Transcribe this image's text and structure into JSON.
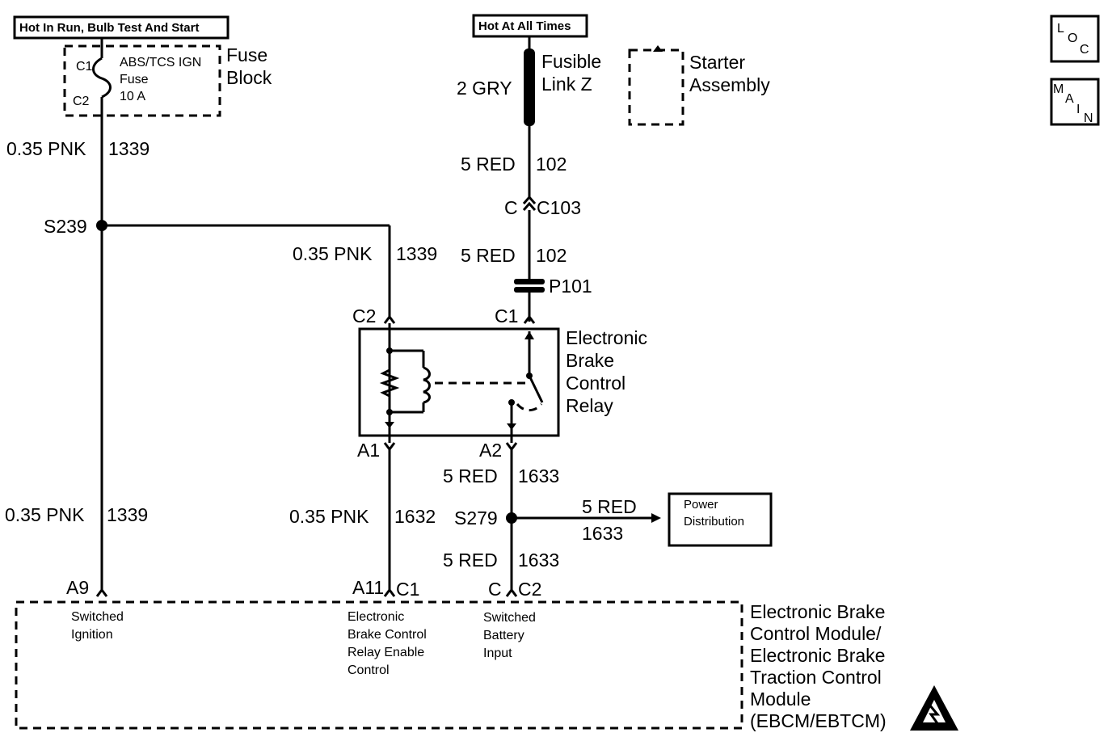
{
  "power": {
    "ign_banner": "Hot In Run, Bulb Test And Start",
    "batt_banner": "Hot At All Times"
  },
  "fuse": {
    "c1": "C1",
    "c2": "C2",
    "name": "ABS/TCS IGN",
    "sub": "Fuse",
    "rating": "10 A",
    "block_line1": "Fuse",
    "block_line2": "Block"
  },
  "fusible_link": {
    "gauge": "2 GRY",
    "line1": "Fusible",
    "line2": "Link Z"
  },
  "starter": {
    "line1": "Starter",
    "line2": "Assembly"
  },
  "wires": {
    "w1339_top_gauge": "0.35 PNK",
    "w1339_top_circuit": "1339",
    "splice_s239": "S239",
    "w1339_mid_gauge": "0.35 PNK",
    "w1339_mid_circuit": "1339",
    "w1339_bot_gauge": "0.35 PNK",
    "w1339_bot_circuit": "1339",
    "w102_top_gauge": "5 RED",
    "w102_top_circuit": "102",
    "c103_pin": "C",
    "c103": "C103",
    "w102_bot_gauge": "5 RED",
    "w102_bot_circuit": "102",
    "p101": "P101",
    "w1632_gauge": "0.35 PNK",
    "w1632_circuit": "1632",
    "w1633_a_gauge": "5 RED",
    "w1633_a_circuit": "1633",
    "splice_s279": "S279",
    "w1633_b_gauge": "5 RED",
    "w1633_b_circuit": "1633",
    "w1633_c_gauge": "5 RED",
    "w1633_c_circuit": "1633"
  },
  "relay": {
    "c2": "C2",
    "c1": "C1",
    "a1": "A1",
    "a2": "A2",
    "name_l1": "Electronic",
    "name_l2": "Brake",
    "name_l3": "Control",
    "name_l4": "Relay"
  },
  "power_dist": {
    "line1": "Power",
    "line2": "Distribution"
  },
  "module": {
    "pin_a9": "A9",
    "pin_a11": "A11",
    "conn_c1": "C1",
    "pin_c": "C",
    "conn_c2": "C2",
    "a9_l1": "Switched",
    "a9_l2": "Ignition",
    "a11_l1": "Electronic",
    "a11_l2": "Brake Control",
    "a11_l3": "Relay Enable",
    "a11_l4": "Control",
    "c_l1": "Switched",
    "c_l2": "Battery",
    "c_l3": "Input",
    "name_l1": "Electronic Brake",
    "name_l2": "Control Module/",
    "name_l3": "Electronic Brake",
    "name_l4": "Traction Control",
    "name_l5": "Module",
    "name_l6": "(EBCM/EBTCM)"
  },
  "nav": {
    "loc_l": "L",
    "loc_o": "O",
    "loc_c": "C",
    "main_m": "M",
    "main_a": "A",
    "main_i": "I",
    "main_n": "N"
  },
  "icons": {
    "esd": "esd-warning-icon"
  }
}
